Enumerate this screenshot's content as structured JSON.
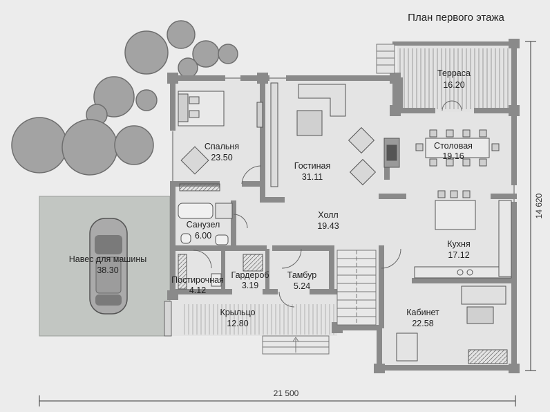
{
  "title": "План первого этажа",
  "dimensions": {
    "width": "21 500",
    "depth": "14 620"
  },
  "rooms": {
    "terrace": {
      "name": "Терраса",
      "area": "16.20"
    },
    "bedroom": {
      "name": "Спальня",
      "area": "23.50"
    },
    "living": {
      "name": "Гостиная",
      "area": "31.11"
    },
    "dining": {
      "name": "Столовая",
      "area": "19.16"
    },
    "hall": {
      "name": "Холл",
      "area": "19.43"
    },
    "bathroom": {
      "name": "Санузел",
      "area": "6.00"
    },
    "carport": {
      "name": "Навес для машины",
      "area": "38.30"
    },
    "kitchen": {
      "name": "Кухня",
      "area": "17.12"
    },
    "laundry": {
      "name": "Постирочная",
      "area": "4.12"
    },
    "wardrobe": {
      "name": "Гардероб",
      "area": "3.19"
    },
    "vestibule": {
      "name": "Тамбур",
      "area": "5.24"
    },
    "office": {
      "name": "Кабинет",
      "area": "22.58"
    },
    "porch": {
      "name": "Крыльцо",
      "area": "12.80"
    }
  },
  "colors": {
    "background": "#ececec",
    "floor": "#e4e4e4",
    "wall": "#8a8a8a",
    "carport": "#c2c6c2",
    "tree": "#9a9a9a"
  }
}
